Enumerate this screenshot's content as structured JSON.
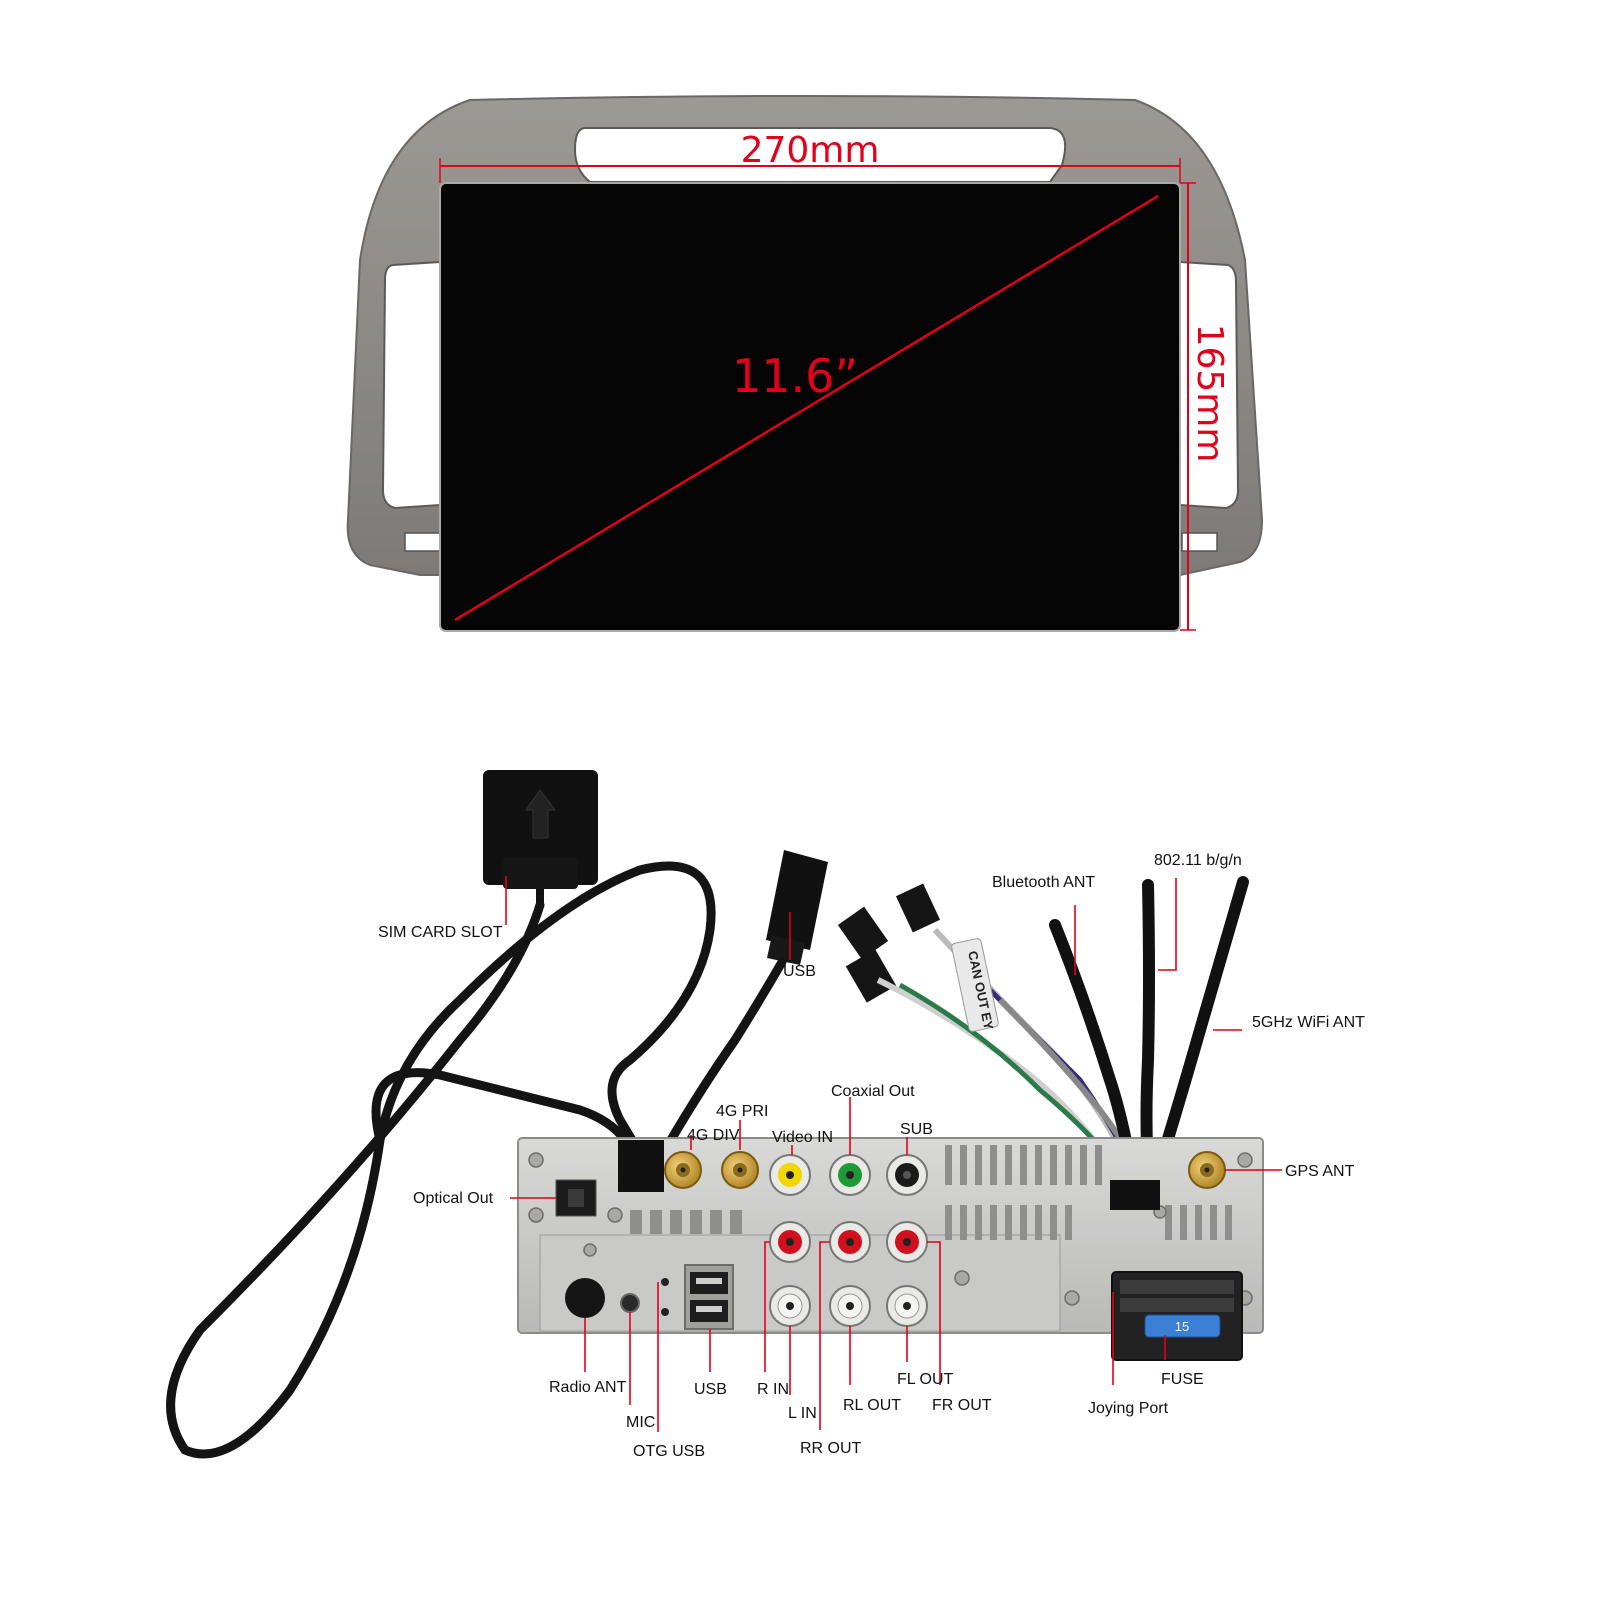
{
  "product": {
    "width_label": "270mm",
    "height_label": "165mm",
    "diagonal_label": "11.6”",
    "accent_color": "#e3001b",
    "bezel_color": "#8a8784",
    "screen_color": "#050505"
  },
  "ports": {
    "sim_card_slot": "SIM CARD SLOT",
    "usb_top": "USB",
    "bluetooth_ant": "Bluetooth ANT",
    "wifi_80211": "802.11 b/g/n",
    "wifi_5ghz": "5GHz WiFi ANT",
    "can_tag": "CAN OUT  EY",
    "pri_4g": "4G PRI",
    "div_4g": "4G DIV",
    "video_in": "Video IN",
    "coaxial_out": "Coaxial Out",
    "sub": "SUB",
    "gps_ant": "GPS ANT",
    "optical_out": "Optical Out",
    "radio_ant": "Radio ANT",
    "mic": "MIC",
    "otg_usb": "OTG USB",
    "usb_bottom": "USB",
    "r_in": "R IN",
    "l_in": "L IN",
    "rr_out": "RR OUT",
    "rl_out": "RL OUT",
    "fl_out": "FL OUT",
    "fr_out": "FR OUT",
    "joying_port": "Joying Port",
    "fuse": "FUSE",
    "fuse_value": "15"
  }
}
